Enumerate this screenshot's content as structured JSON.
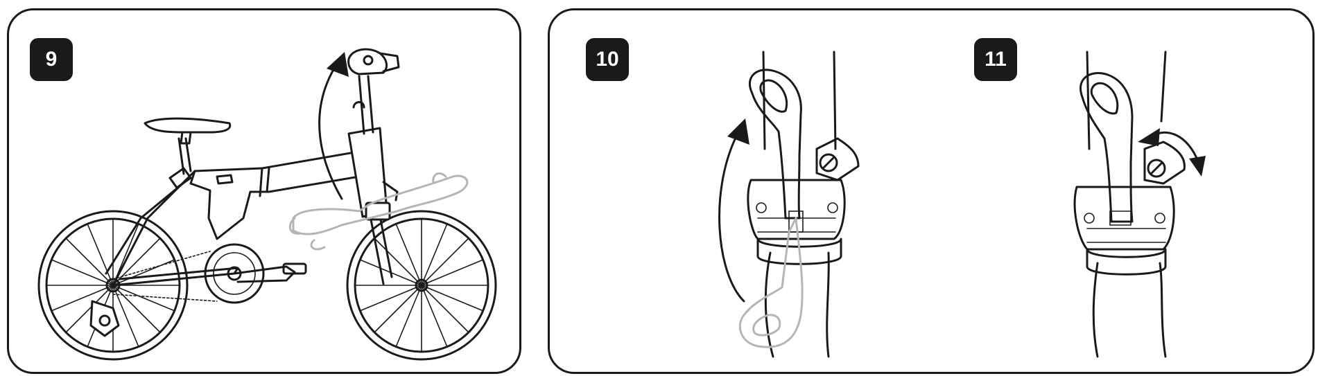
{
  "steps": [
    {
      "number": "9",
      "illustration": "folding-bike-handlebar-fold"
    },
    {
      "number": "10",
      "illustration": "stem-lever-open"
    },
    {
      "number": "11",
      "illustration": "stem-lever-lock"
    }
  ],
  "colors": {
    "ink": "#1a1a1a",
    "ghost": "#b5b5b5",
    "background": "#ffffff"
  }
}
